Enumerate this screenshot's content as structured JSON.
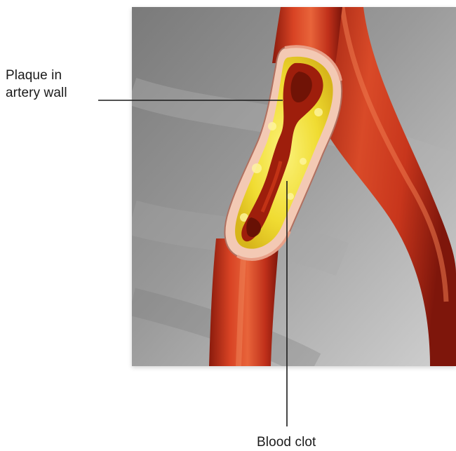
{
  "labels": {
    "plaque_line1": "Plaque in",
    "plaque_line2": "artery wall",
    "blood_clot": "Blood clot"
  },
  "colors": {
    "background_gray": "#8e8e8e",
    "artery_red": "#c8321a",
    "artery_highlight": "#e05a32",
    "artery_shadow": "#8a1a0c",
    "plaque_yellow": "#f2e43a",
    "clot_dark": "#7a1608",
    "wall_pink": "#f3c9b4",
    "label_text": "#1a1a1a"
  }
}
